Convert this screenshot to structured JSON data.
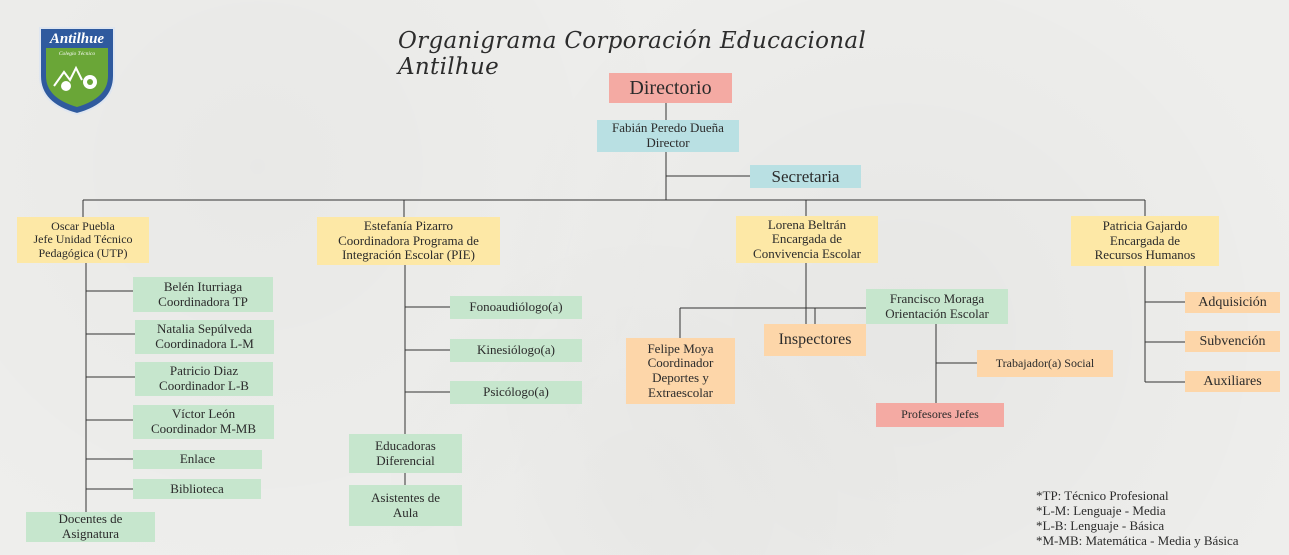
{
  "title": "Organigrama Corporación Educacional Antilhue",
  "logo": {
    "name": "Antilhue",
    "subtitle": "Colegio Técnico"
  },
  "nodes": {
    "directorio": "Directorio",
    "director": "Fabián Peredo Dueña\nDirector",
    "secretaria": "Secretaria",
    "utp": "Oscar Puebla\nJefe Unidad Técnico\nPedagógica (UTP)",
    "pie": "Estefanía Pizarro\nCoordinadora Programa de\nIntegración Escolar (PIE)",
    "convivencia": "Lorena Beltrán\nEncargada de\nConvivencia Escolar",
    "rrhh": "Patricia Gajardo\nEncargada de\nRecursos Humanos",
    "coord_tp": "Belén Iturriaga\nCoordinadora  TP",
    "coord_lm": "Natalia Sepúlveda\nCoordinadora  L-M",
    "coord_lb": "Patricio Diaz\nCoordinador  L-B",
    "coord_mmb": "Víctor León\nCoordinador  M-MB",
    "enlace": "Enlace",
    "biblioteca": "Biblioteca",
    "docentes": "Docentes de\nAsignatura",
    "fono": "Fonoaudiólogo(a)",
    "kine": "Kinesiólogo(a)",
    "psico": "Psicólogo(a)",
    "educadoras": "Educadoras\nDiferencial",
    "asistentes": "Asistentes de\nAula",
    "felipe": "Felipe Moya\nCoordinador\nDeportes y\nExtraescolar",
    "inspectores": "Inspectores",
    "orientacion": "Francisco Moraga\nOrientación  Escolar",
    "trabajador": "Trabajador(a) Social",
    "profesores": "Profesores Jefes",
    "adquisicion": "Adquisición",
    "subvencion": "Subvención",
    "auxiliares": "Auxiliares"
  },
  "legend": [
    "*TP: Técnico Profesional",
    "*L-M: Lenguaje - Media",
    "*L-B: Lenguaje - Básica",
    "*M-MB: Matemática - Media y Básica"
  ],
  "colors": {
    "pink": "#f4aaa3",
    "blue": "#b9e0e3",
    "yellow": "#fde8a6",
    "green": "#c6e6cd",
    "orange": "#fdd6a9",
    "logo_blue": "#2f5a9e",
    "logo_green": "#6aa637"
  }
}
